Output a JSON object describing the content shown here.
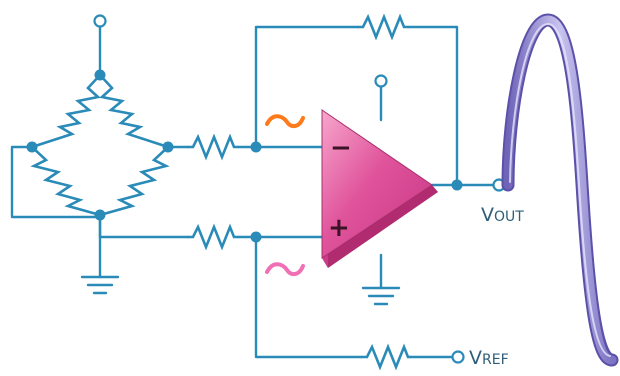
{
  "diagram": {
    "inverting_input": "−",
    "noninverting_input": "+",
    "output_label": {
      "V": "V",
      "sub": "OUT"
    },
    "reference_label": {
      "V": "V",
      "sub": "REF"
    }
  },
  "colors": {
    "wire": "#2a8bb8",
    "amp_body": "#e0549c",
    "amp_dark": "#b02b70",
    "noise_inverting": "#ff7a1a",
    "noise_noninverting": "#f070b6",
    "sine": "#9b94d8"
  }
}
